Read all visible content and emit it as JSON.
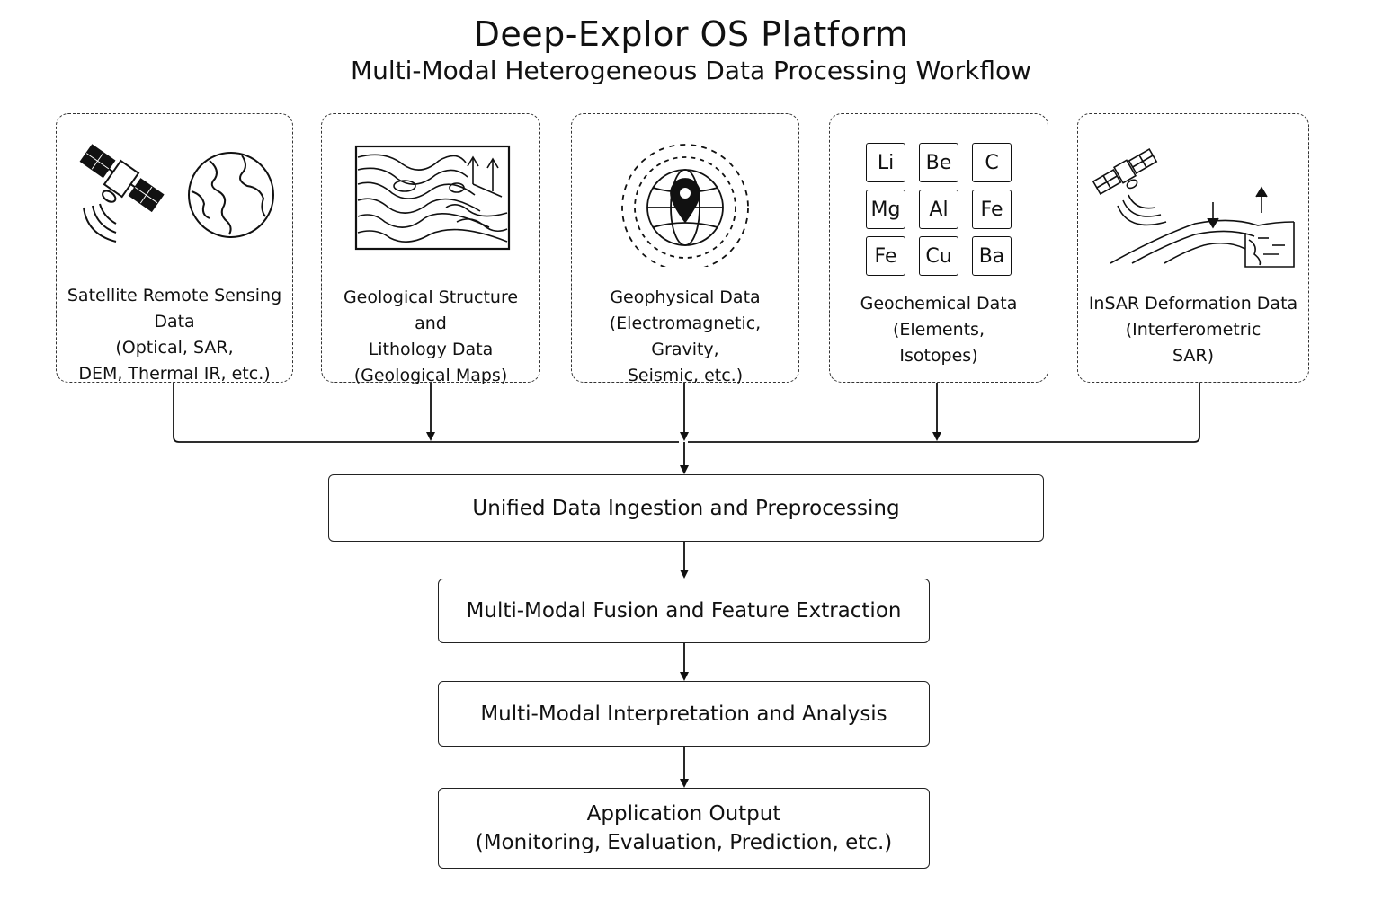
{
  "header": {
    "title": "Deep-Explor OS Platform",
    "subtitle": "Multi-Modal Heterogeneous Data Processing Workflow"
  },
  "sources": [
    {
      "icon": "satellite-globe-icon",
      "lines": [
        "Satellite Remote Sensing Data",
        "(Optical, SAR,",
        "DEM, Thermal IR, etc.)"
      ]
    },
    {
      "icon": "geologic-map-icon",
      "lines": [
        "Geological Structure and",
        "Lithology Data",
        "(Geological Maps)"
      ]
    },
    {
      "icon": "globe-location-pin-icon",
      "lines": [
        "Geophysical Data",
        "(Electromagnetic, Gravity,",
        "Seismic, etc.)"
      ]
    },
    {
      "icon": "element-grid-icon",
      "elements": [
        "Li",
        "Be",
        "C",
        "Mg",
        "Al",
        "Fe",
        "Fe",
        "Cu",
        "Ba"
      ],
      "lines": [
        "Geochemical Data",
        "(Elements,",
        "Isotopes)"
      ]
    },
    {
      "icon": "insar-deformation-icon",
      "lines": [
        "InSAR Deformation Data",
        "(Interferometric",
        "SAR)"
      ]
    }
  ],
  "pipeline": [
    {
      "lines": [
        "Unified Data Ingestion and Preprocessing"
      ]
    },
    {
      "lines": [
        "Multi-Modal Fusion and Feature Extraction"
      ]
    },
    {
      "lines": [
        "Multi-Modal Interpretation and Analysis"
      ]
    },
    {
      "lines": [
        "Application Output",
        "(Monitoring, Evaluation, Prediction, etc.)"
      ]
    }
  ]
}
